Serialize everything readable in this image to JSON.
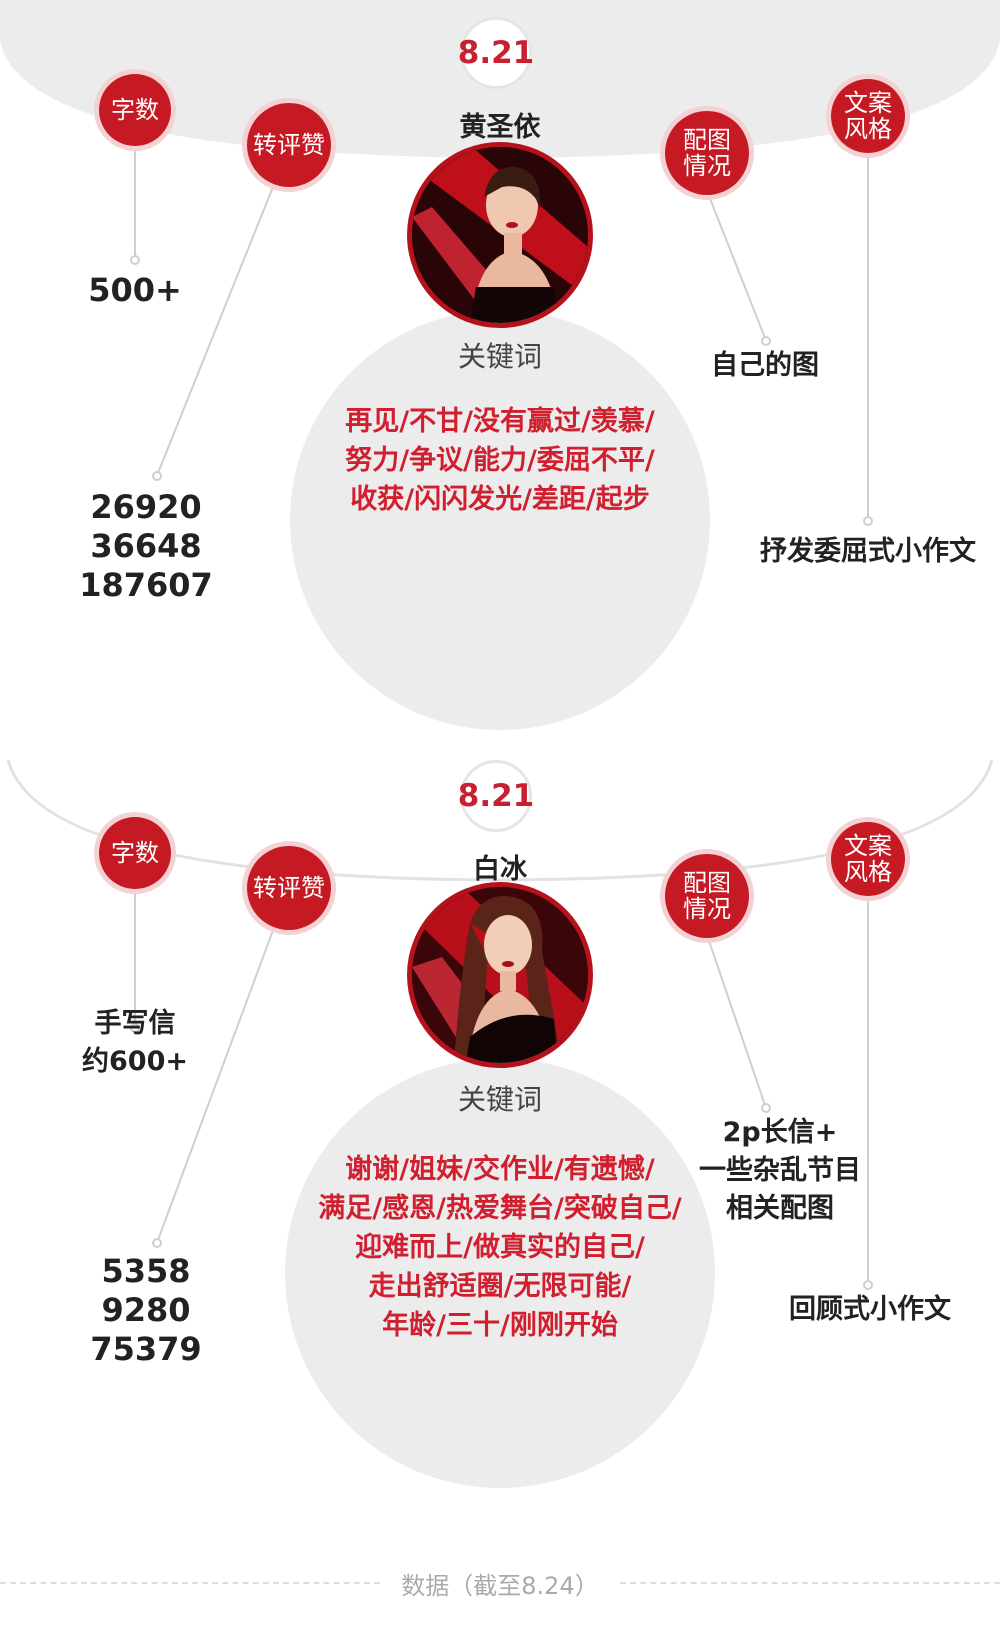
{
  "sections": [
    {
      "date": "8.21",
      "name": "黄圣依",
      "tags": {
        "word_count": "字数",
        "engagement": "转评赞",
        "images": [
          "配图",
          "情况"
        ],
        "style": [
          "文案",
          "风格"
        ]
      },
      "word_count_value": [
        "500+"
      ],
      "engagement_values": [
        "26920",
        "36648",
        "187607"
      ],
      "images_value": [
        "自己的图"
      ],
      "style_value": [
        "抒发委屈式小作文"
      ],
      "keywords_title": "关键词",
      "keywords": [
        "再见/不甘/没有赢过/羡慕/",
        "努力/争议/能力/委屈不平/",
        "收获/闪闪发光/差距/起步"
      ]
    },
    {
      "date": "8.21",
      "name": "白冰",
      "tags": {
        "word_count": "字数",
        "engagement": "转评赞",
        "images": [
          "配图",
          "情况"
        ],
        "style": [
          "文案",
          "风格"
        ]
      },
      "word_count_value": [
        "手写信",
        "约600+"
      ],
      "engagement_values": [
        "5358",
        "9280",
        "75379"
      ],
      "images_value": [
        "2p长信+",
        "一些杂乱节目",
        "相关配图"
      ],
      "style_value": [
        "回顾式小作文"
      ],
      "keywords_title": "关键词",
      "keywords": [
        "谢谢/姐妹/交作业/有遗憾/",
        "满足/感恩/热爱舞台/突破自己/",
        "迎难而上/做真实的自己/",
        "走出舒适圈/无限可能/",
        "年龄/三十/刚刚开始"
      ]
    }
  ],
  "footer": "数据（截至8.24）",
  "colors": {
    "accent": "#c51a24",
    "keyword": "#d11f2f",
    "circle_bg": "#ececec"
  }
}
